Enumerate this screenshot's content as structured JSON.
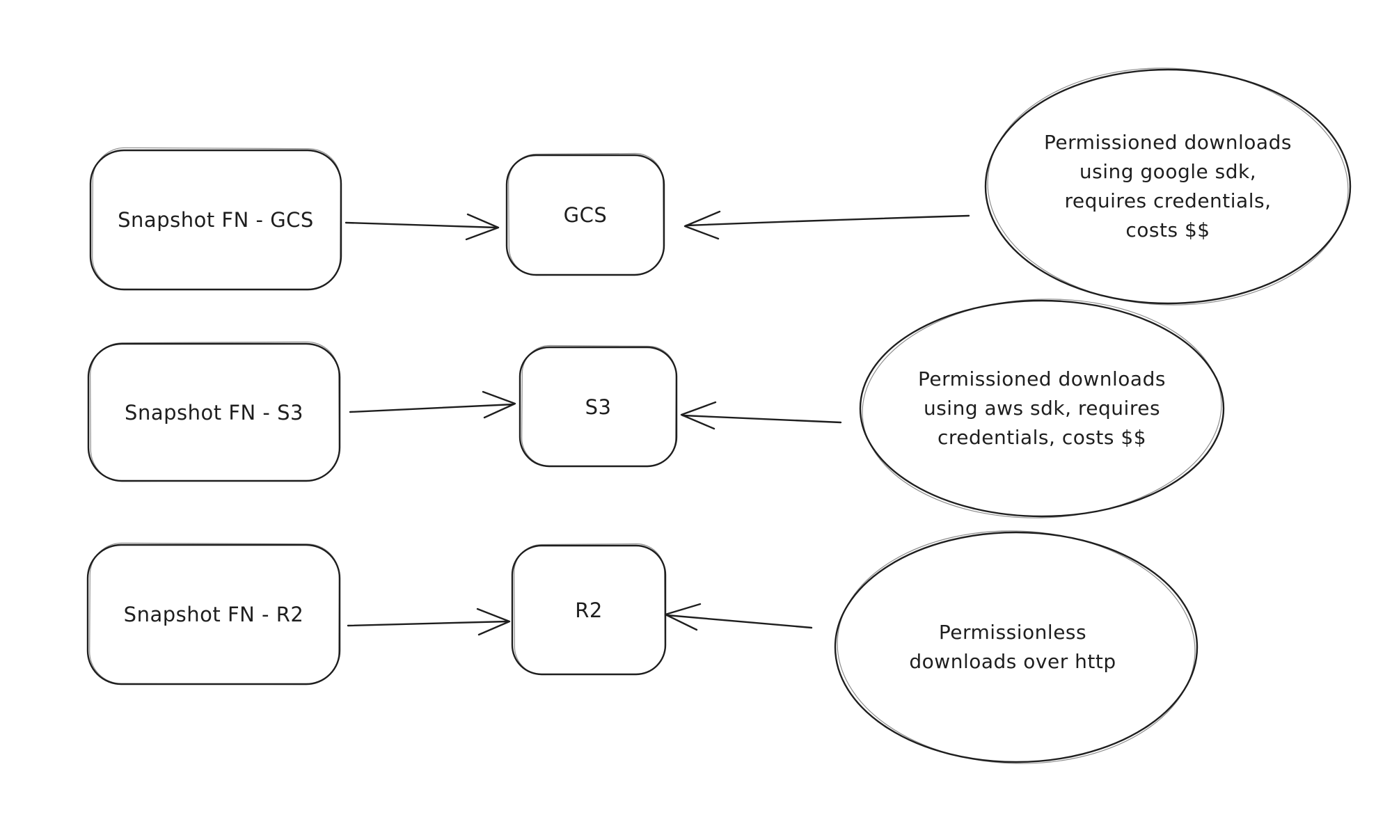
{
  "diagram": {
    "background_color": "#ffffff",
    "stroke_color": "#1e1e1e",
    "rows": [
      {
        "source_label": "Snapshot FN - GCS",
        "target_label": "GCS",
        "note_text": "Permissioned downloads\nusing google sdk,\nrequires credentials,\ncosts $$"
      },
      {
        "source_label": "Snapshot FN - S3",
        "target_label": "S3",
        "note_text": "Permissioned downloads\nusing aws sdk, requires\ncredentials, costs $$"
      },
      {
        "source_label": "Snapshot FN - R2",
        "target_label": "R2",
        "note_text": "Permissionless\ndownloads over http"
      }
    ]
  }
}
